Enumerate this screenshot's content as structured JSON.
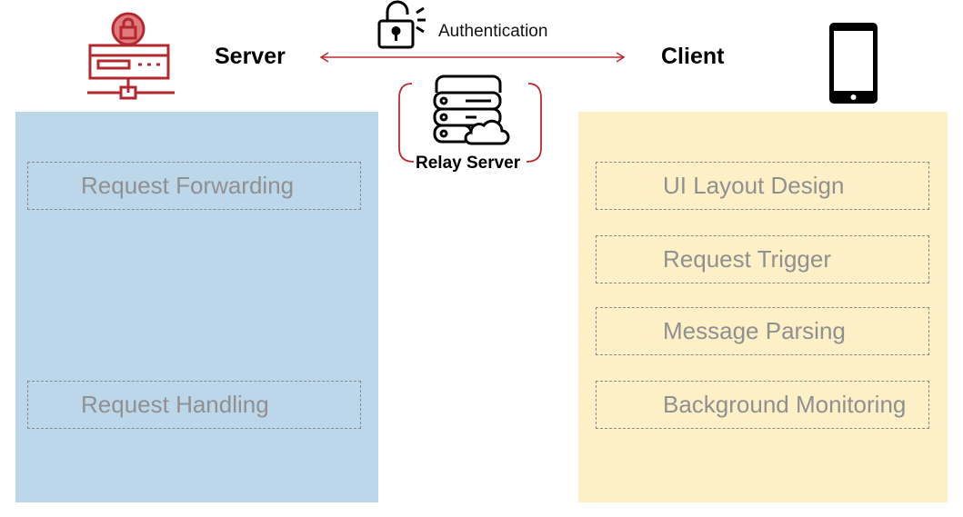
{
  "server": {
    "title": "Server",
    "modules": [
      "Request Forwarding",
      "Request Handling"
    ],
    "icon": "server-lock-icon",
    "color": "#bdd7ea"
  },
  "client": {
    "title": "Client",
    "modules": [
      "UI Layout Design",
      "Request Trigger",
      "Message Parsing",
      "Background Monitoring"
    ],
    "icon": "smartphone-icon",
    "color": "#fdefc6"
  },
  "connection": {
    "label": "Authentication",
    "icon": "unlock-icon",
    "arrow_color": "#c0282e"
  },
  "relay": {
    "label": "Relay Server",
    "icon": "server-cloud-icon"
  }
}
